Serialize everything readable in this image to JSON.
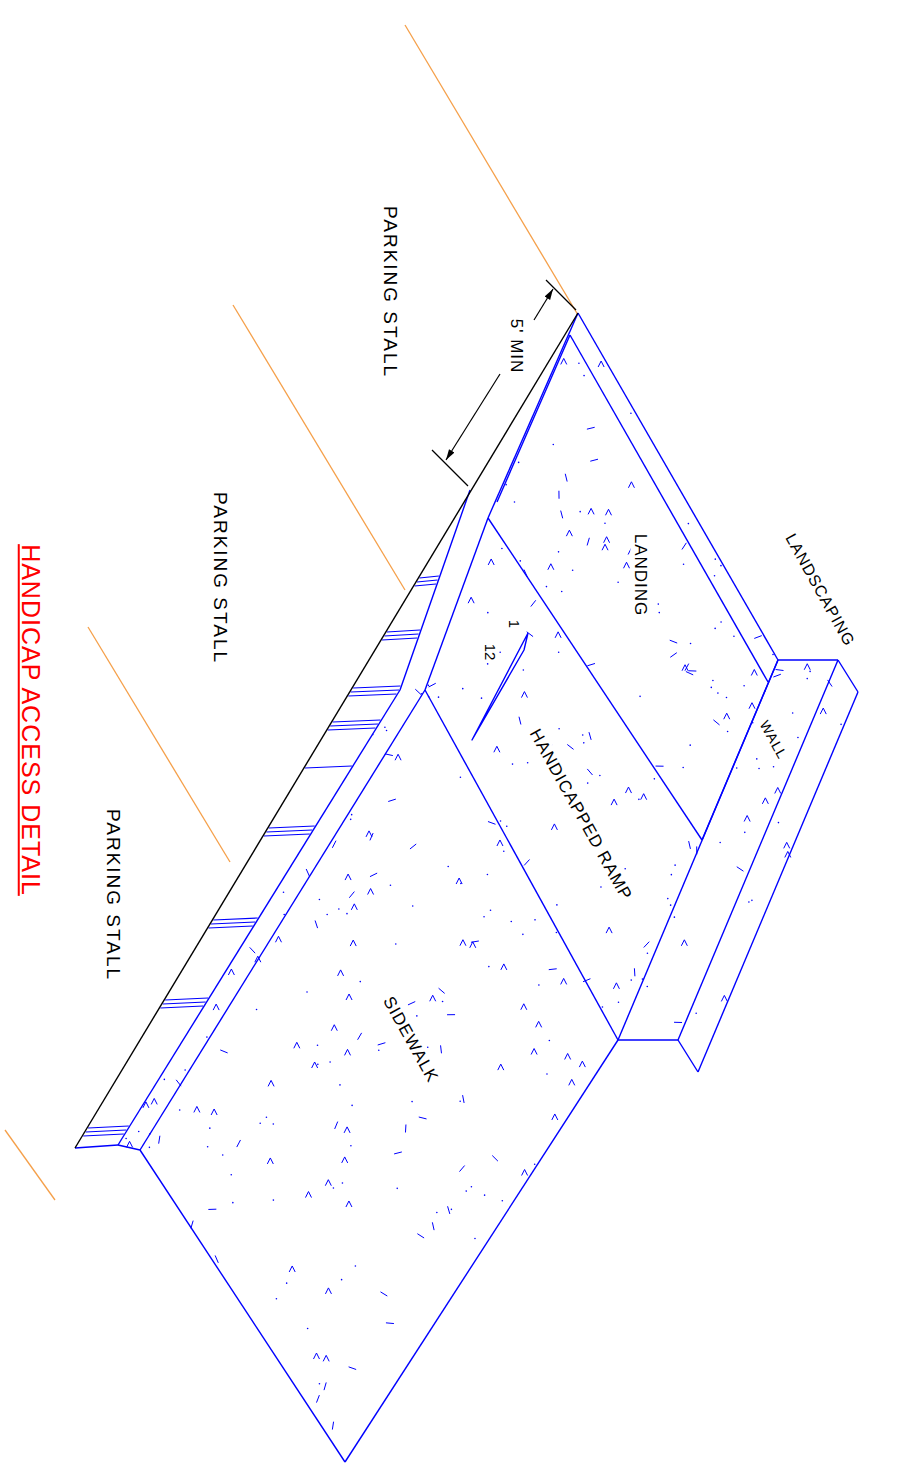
{
  "diagram": {
    "title": "HANDICAP ACCESS DETAIL",
    "labels": [
      "PARKING STALL",
      "PARKING STALL",
      "PARKING STALL",
      "5' MIN",
      "LANDING",
      "1",
      "12",
      "HANDICAPPED RAMP",
      "WALL",
      "LANDSCAPING",
      "SIDEWALK"
    ]
  }
}
